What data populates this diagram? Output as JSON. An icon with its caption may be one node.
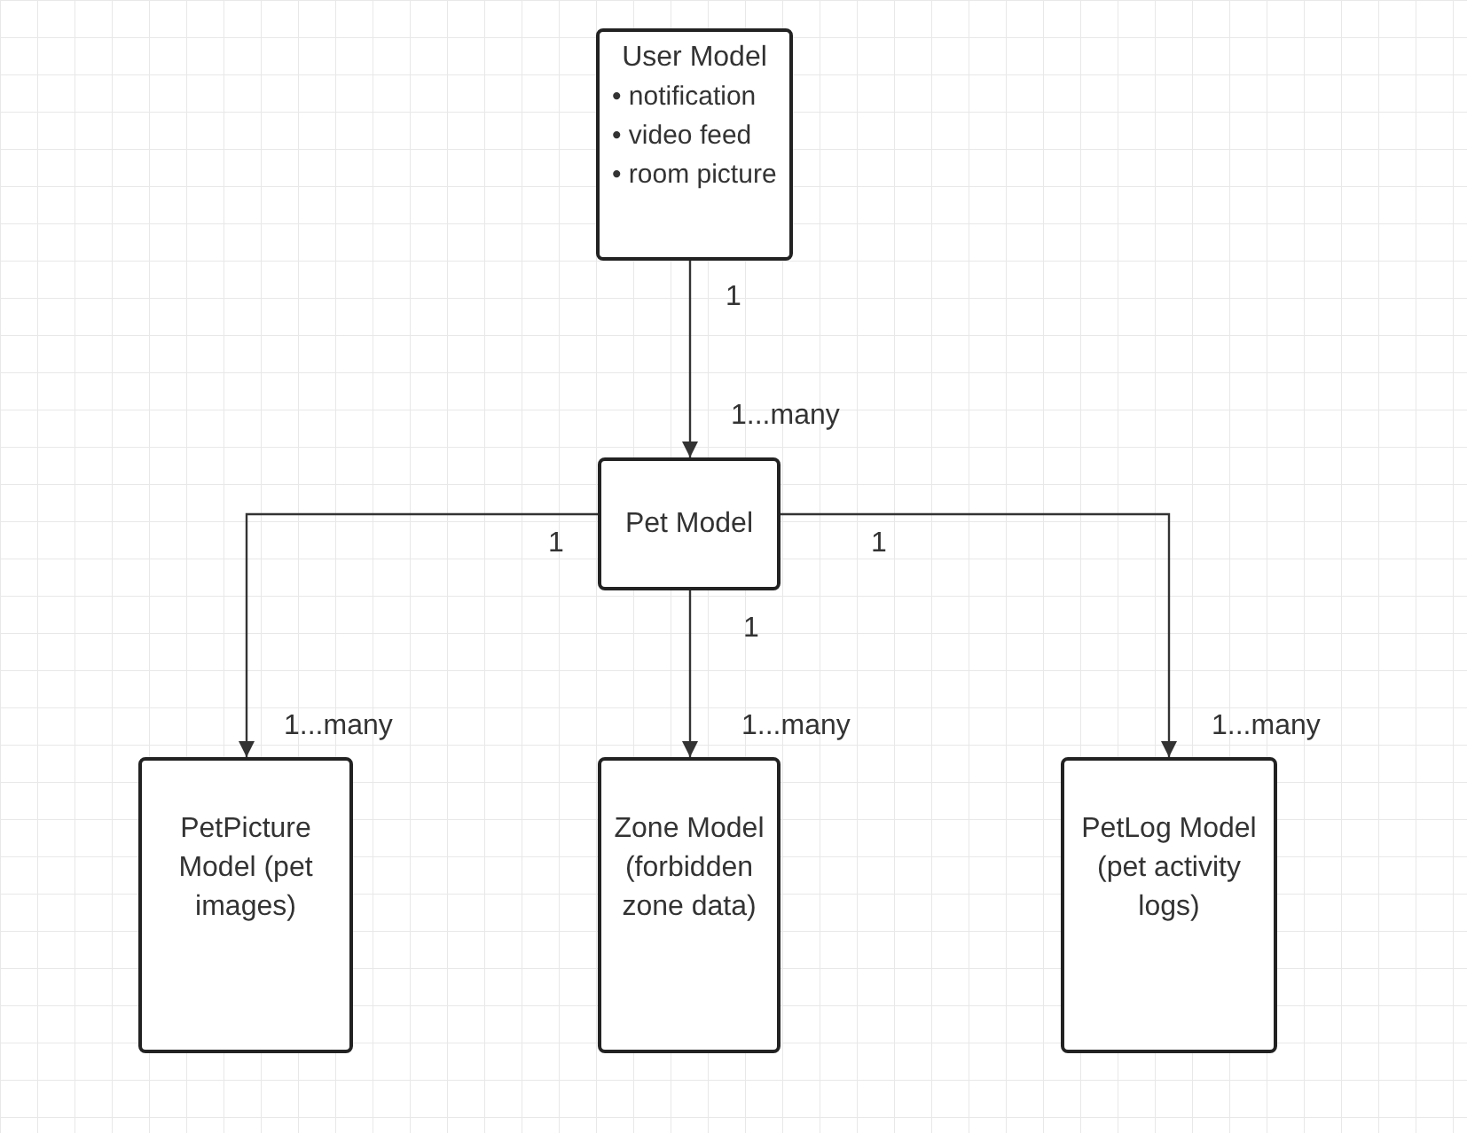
{
  "diagram": {
    "nodes": [
      {
        "text": [
          "User Model",
          "• notification",
          "• video feed",
          "• room picture"
        ]
      },
      {
        "text": [
          "Pet Model"
        ]
      },
      {
        "text": [
          "PetPicture Model (pet images)"
        ]
      },
      {
        "text": [
          "Zone Model (forbidden zone data)"
        ]
      },
      {
        "text": [
          "PetLog Model (pet activity logs)"
        ]
      }
    ],
    "edges": [
      {
        "from": 0,
        "to": 1,
        "arrow": "to"
      },
      {
        "from": 1,
        "to": 2,
        "arrow": "to"
      },
      {
        "from": 1,
        "to": 3,
        "arrow": "to"
      },
      {
        "from": 1,
        "to": 4,
        "arrow": "to"
      }
    ],
    "labels": [
      "1",
      "1...many",
      "1",
      "1",
      "1",
      "1...many",
      "1...many",
      "1...many"
    ]
  }
}
